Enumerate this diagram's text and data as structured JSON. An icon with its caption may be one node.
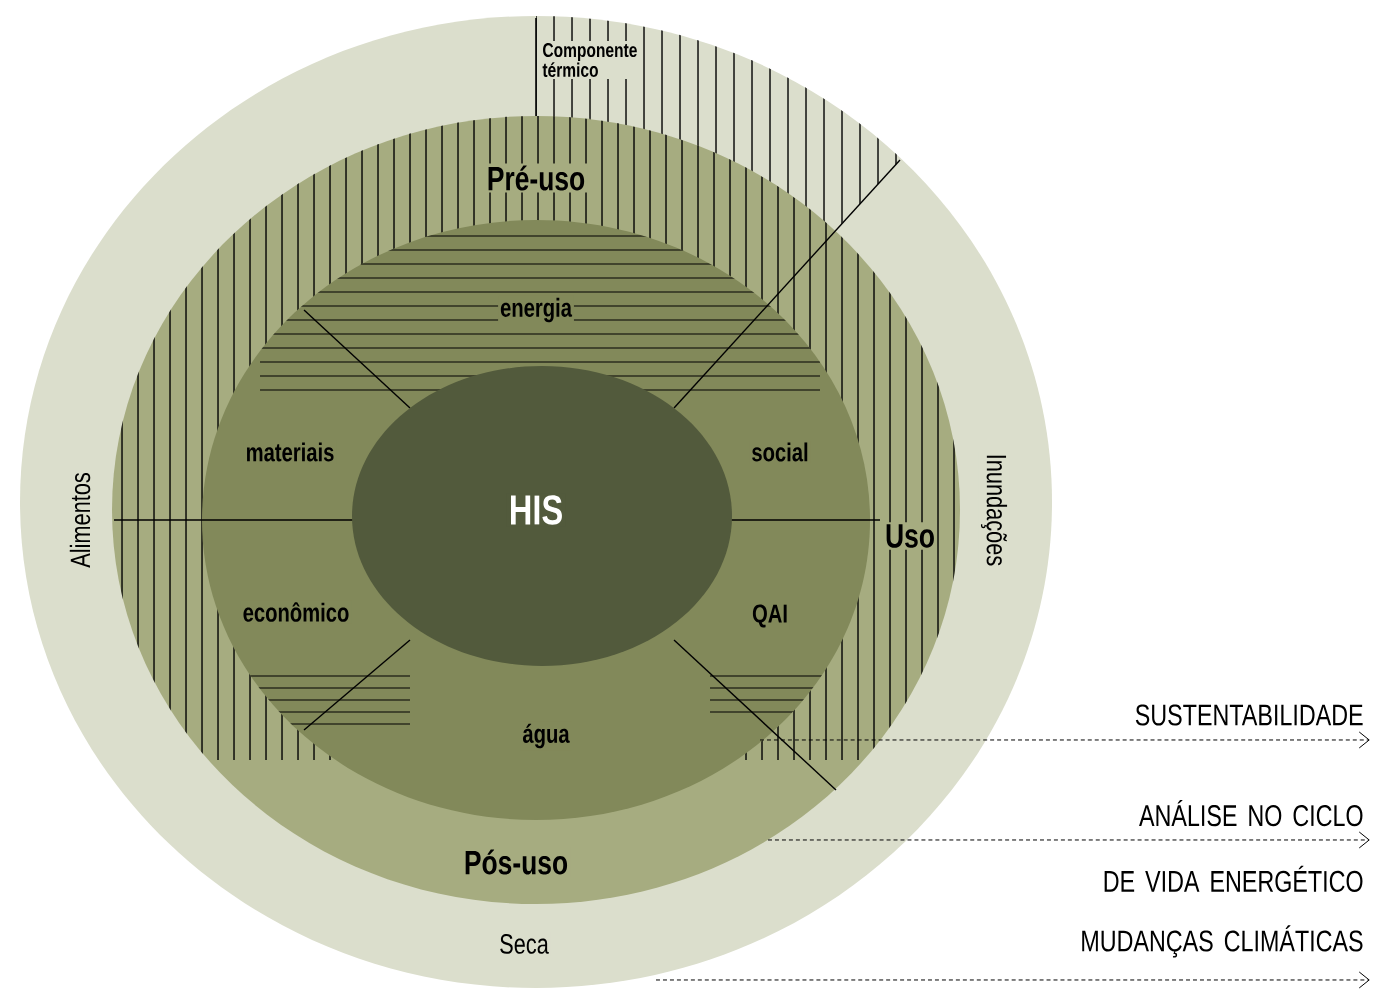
{
  "diagram": {
    "nodes": [
      {
        "text": [
          "Componente térmico",
          "Alimentos",
          "Inundações",
          "Seca"
        ]
      },
      {
        "text": [
          "Pré-uso",
          "Uso",
          "Pós-uso"
        ],
        "in": 0
      },
      {
        "text": [
          "energia",
          "materiais",
          "social",
          "econômico",
          "QAI",
          "água"
        ],
        "in": 1
      },
      {
        "text": [
          "HIS"
        ],
        "in": 2
      }
    ],
    "edges": [
      {
        "from": 2,
        "to": null,
        "arrow": "to",
        "style": "dashed",
        "label": "SUSTENTABILIDADE"
      },
      {
        "from": 1,
        "to": null,
        "arrow": "to",
        "style": "dashed",
        "label": "ANÁLISE NO CICLO DE VIDA ENERGÉTICO"
      },
      {
        "from": 0,
        "to": null,
        "arrow": "to",
        "style": "dashed",
        "label": "MUDANÇAS CLIMÁTICAS"
      }
    ]
  }
}
